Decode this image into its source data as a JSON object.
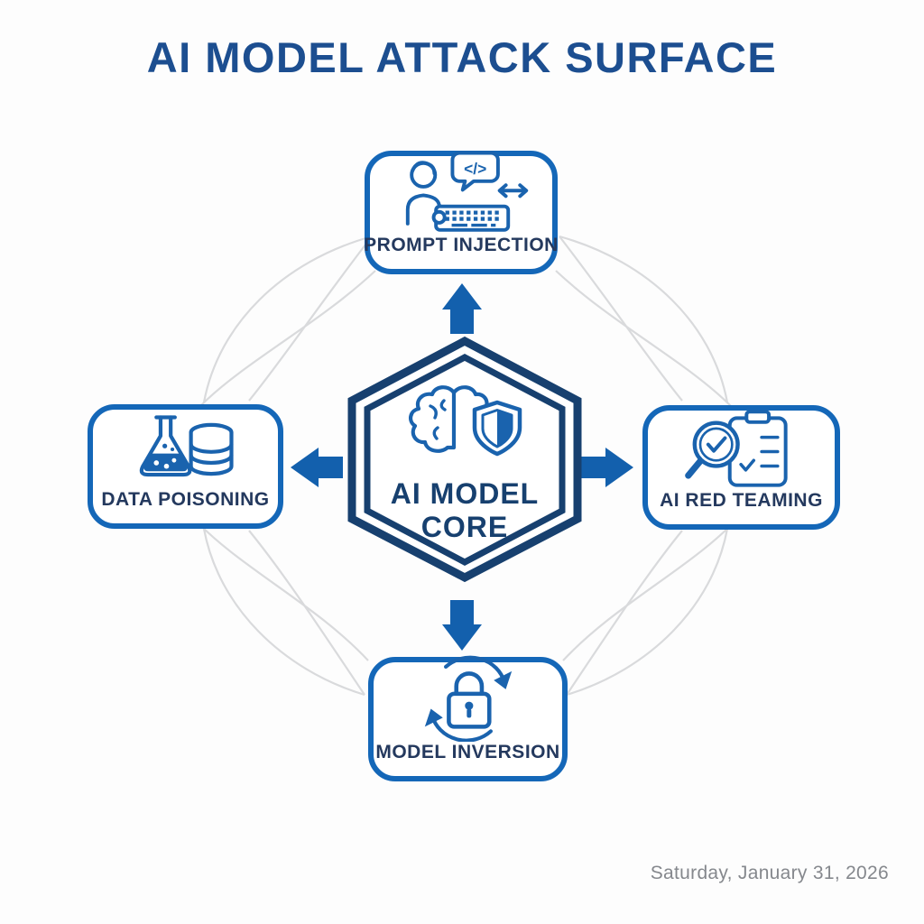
{
  "title": "AI MODEL ATTACK SURFACE",
  "center": {
    "line1": "AI MODEL",
    "line2": "CORE",
    "icon": "brain-shield-icon"
  },
  "icons": {
    "code_glyph": "</>"
  },
  "nodes": [
    {
      "id": "prompt-injection",
      "label": "PROMPT INJECTION",
      "position": "top",
      "icon": "person-keyboard-code-icon"
    },
    {
      "id": "data-poisoning",
      "label": "DATA POISONING",
      "position": "left",
      "icon": "flask-database-icon"
    },
    {
      "id": "ai-red-teaming",
      "label": "AI RED TEAMING",
      "position": "right",
      "icon": "magnifier-checklist-icon"
    },
    {
      "id": "model-inversion",
      "label": "MODEL INVERSION",
      "position": "bottom",
      "icon": "lock-cycle-icon"
    }
  ],
  "arrows": [
    {
      "from": "ai-model-core",
      "to": "prompt-injection",
      "direction": "up"
    },
    {
      "from": "ai-model-core",
      "to": "data-poisoning",
      "direction": "left"
    },
    {
      "from": "ai-model-core",
      "to": "ai-red-teaming",
      "direction": "right"
    },
    {
      "from": "ai-model-core",
      "to": "model-inversion",
      "direction": "down"
    }
  ],
  "footer": {
    "date": "Saturday, January 31, 2026"
  },
  "colors": {
    "title_blue": "#1c4e90",
    "box_border_blue": "#1467b8",
    "arrow_blue": "#1360ad",
    "hexagon_navy": "#17406f",
    "label_navy": "#24395e",
    "icon_blue": "#1a63ae",
    "connector_gray": "#d9dadc",
    "date_gray": "#85888d",
    "background": "#fdfdfd"
  }
}
